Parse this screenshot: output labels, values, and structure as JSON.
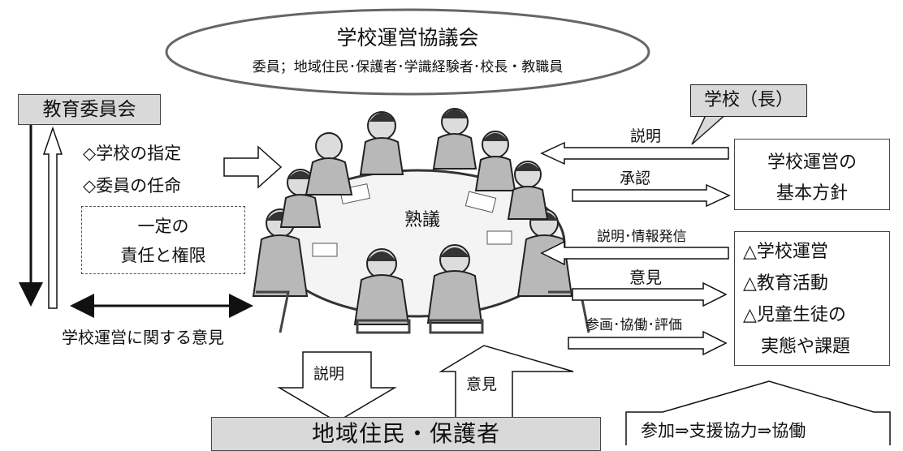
{
  "council": {
    "title": "学校運営協議会",
    "members": "委員；地域住民･保護者･学識経験者･校長・教職員"
  },
  "board": {
    "label": "教育委員会"
  },
  "board_actions": {
    "designate": "◇学校の指定",
    "appoint": "◇委員の任命"
  },
  "authority": {
    "line1": "一定の",
    "line2": "責任と権限"
  },
  "opinion_on_management": "学校運営に関する意見",
  "meeting": {
    "label": "熟議"
  },
  "principal": {
    "label": "学校（長）"
  },
  "policy": {
    "line1": "学校運営の",
    "line2": "基本方針"
  },
  "arrows": {
    "explain": "説明",
    "approve": "承認",
    "explain_info": "説明･情報発信",
    "opinion": "意見",
    "participate": "参画･協働･評価"
  },
  "topics": [
    "△学校運営",
    "△教育活動",
    "△児童生徒の",
    "実態や課題"
  ],
  "bottom_arrows": {
    "explain": "説明",
    "opinion": "意見"
  },
  "residents": {
    "label": "地域住民・保護者"
  },
  "cooperation": {
    "label": "参加⇒支援協力⇒協働"
  }
}
